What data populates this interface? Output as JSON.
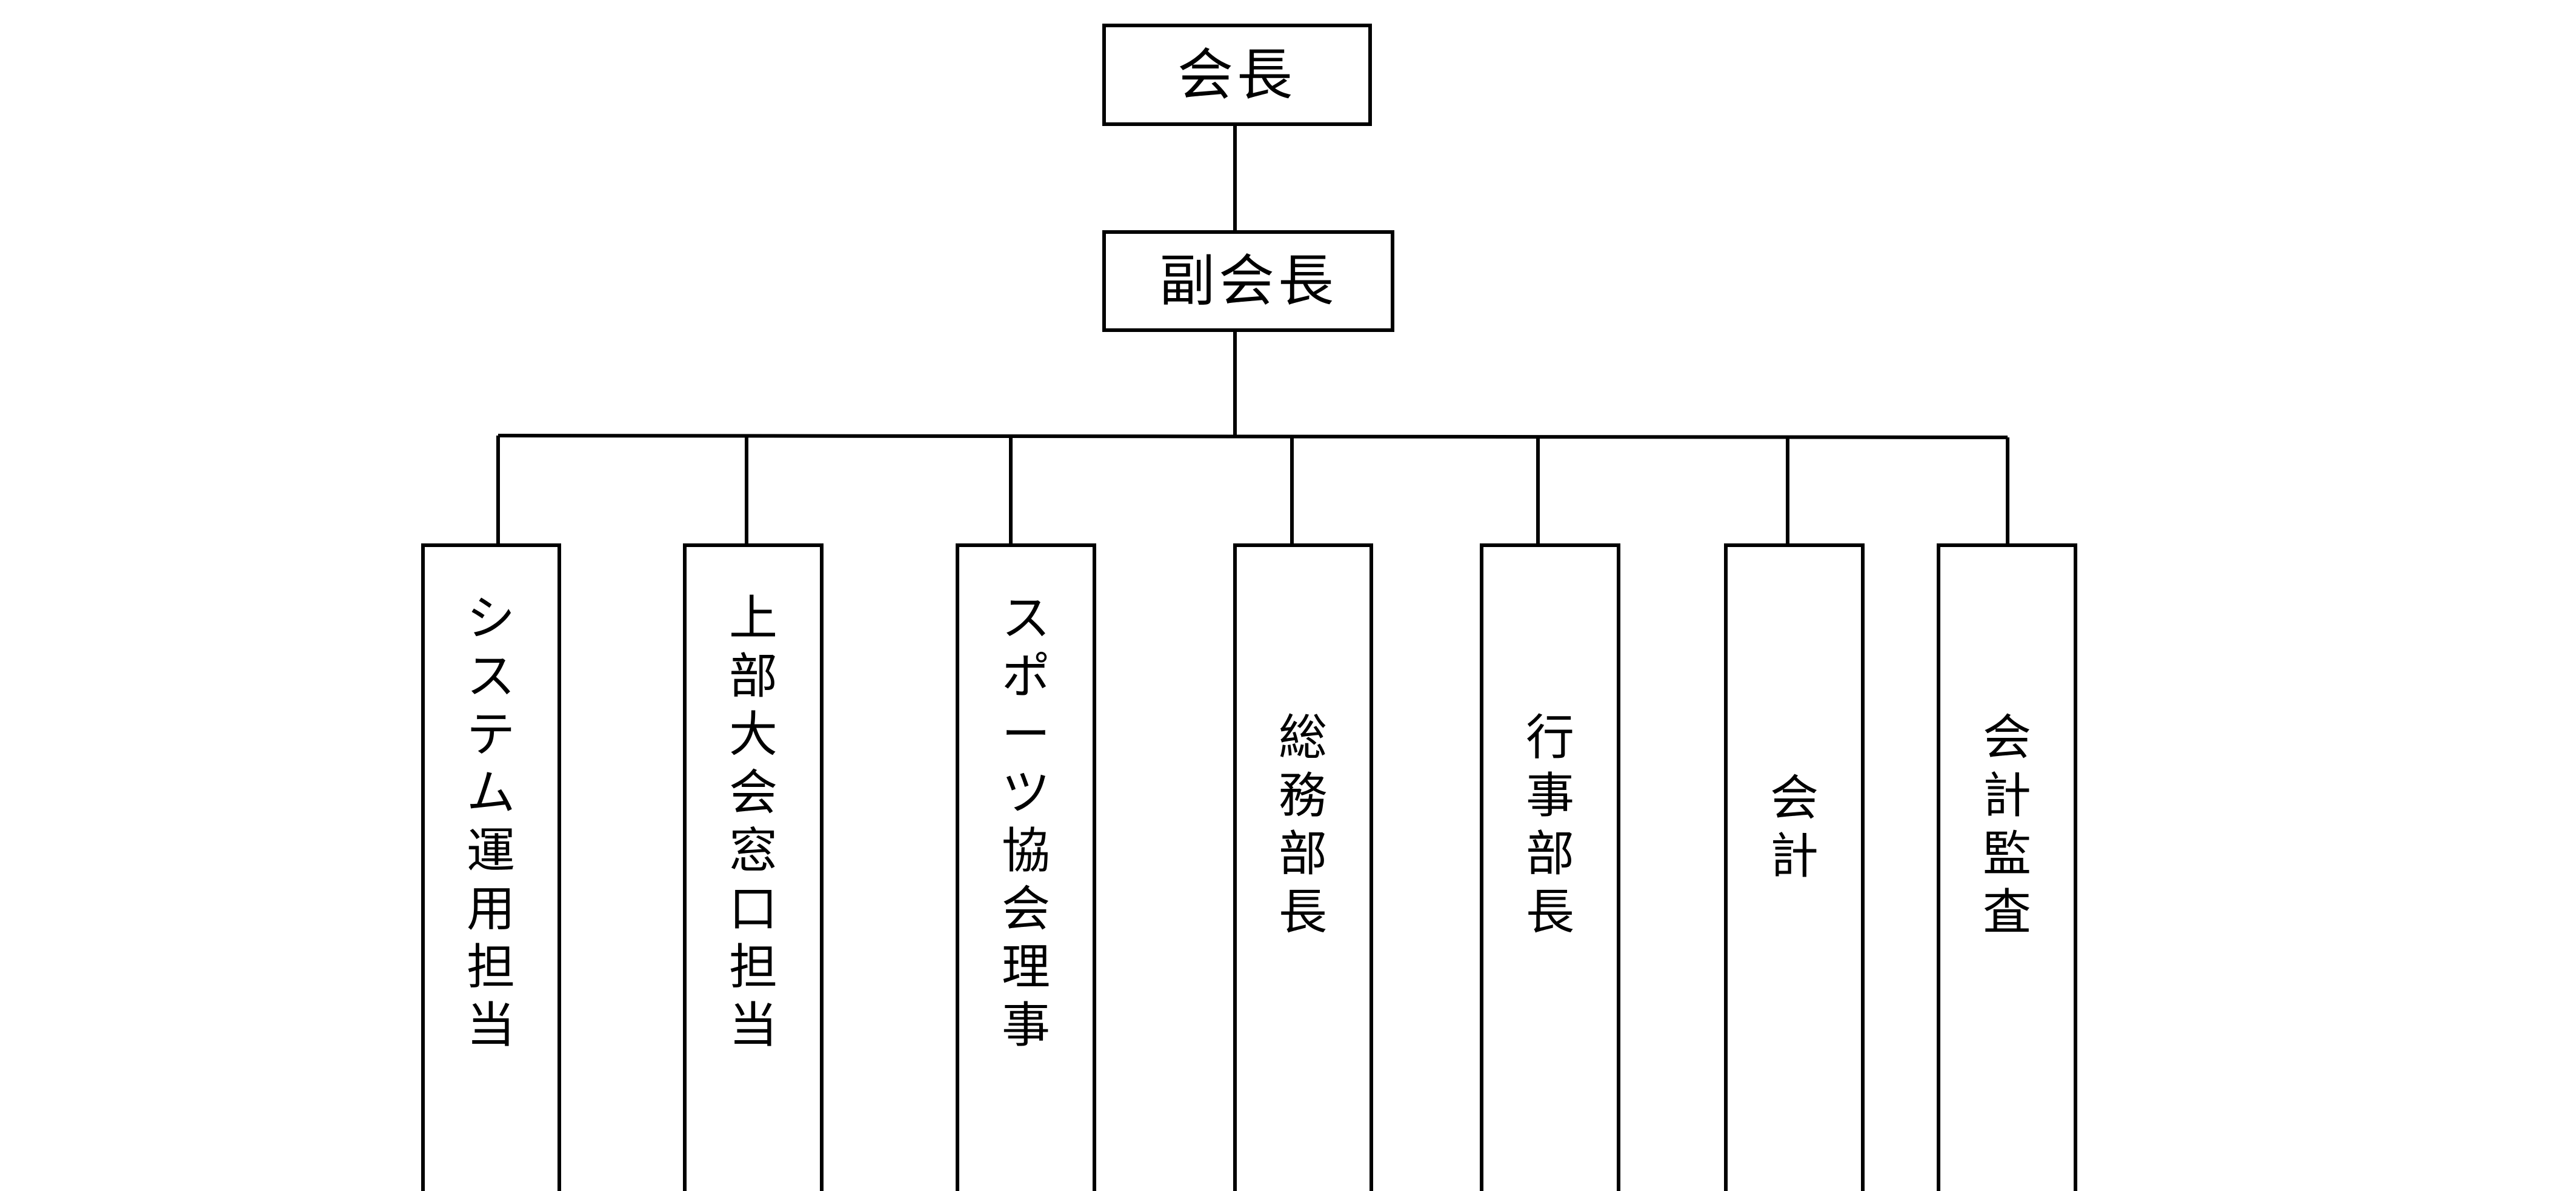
{
  "org_chart": {
    "top": {
      "label": "会長"
    },
    "second": {
      "label": "副会長"
    },
    "departments": [
      {
        "id": "system",
        "label": "システム運用担当"
      },
      {
        "id": "upper",
        "label": "上部大会窓口担当"
      },
      {
        "id": "sports",
        "label": "スポーツ協会理事"
      },
      {
        "id": "general",
        "label": "総務部長"
      },
      {
        "id": "events",
        "label": "行事部長"
      },
      {
        "id": "accounting",
        "label": "会計"
      },
      {
        "id": "audit",
        "label": "会計監査"
      }
    ]
  }
}
